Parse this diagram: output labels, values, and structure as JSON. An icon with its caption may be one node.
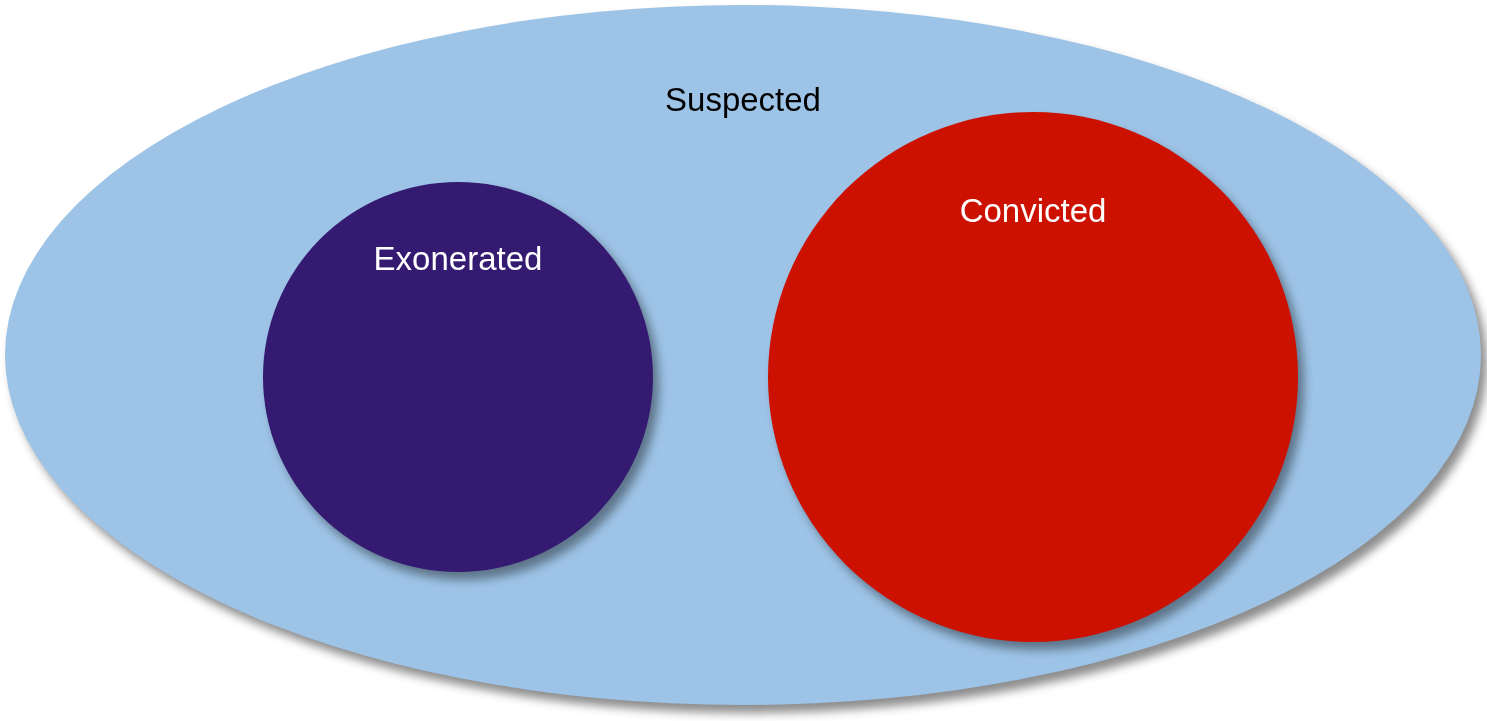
{
  "diagram": {
    "nodes": [
      {
        "text": [
          "Suspected"
        ]
      },
      {
        "text": [
          "Exonerated"
        ],
        "in": 0
      },
      {
        "text": [
          "Convicted"
        ],
        "in": 0
      }
    ]
  }
}
